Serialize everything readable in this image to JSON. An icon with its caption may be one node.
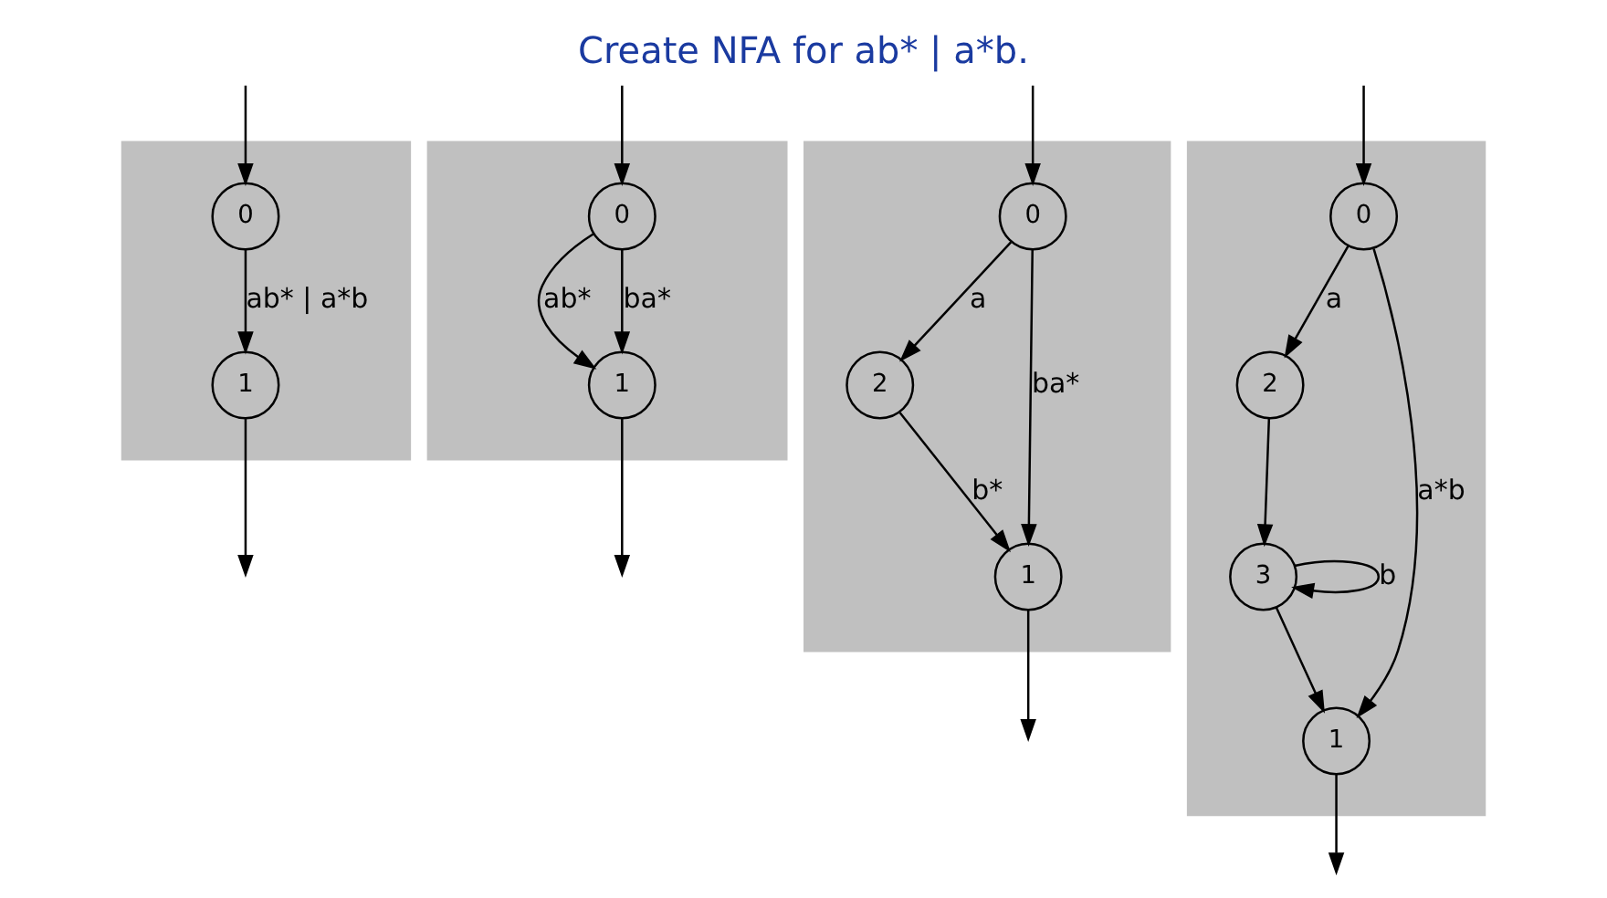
{
  "diagram": {
    "title": "Create NFA for ab* | a*b.",
    "nodes": [
      {
        "text": [],
        "shape": "box"
      },
      {
        "text": [
          "0"
        ],
        "in": 0
      },
      {
        "text": [
          "1"
        ],
        "in": 0
      },
      {
        "text": [],
        "shape": "box"
      },
      {
        "text": [
          "0"
        ],
        "in": 3
      },
      {
        "text": [
          "1"
        ],
        "in": 3
      },
      {
        "text": [],
        "shape": "box"
      },
      {
        "text": [
          "0"
        ],
        "in": 6
      },
      {
        "text": [
          "2"
        ],
        "in": 6
      },
      {
        "text": [
          "1"
        ],
        "in": 6
      },
      {
        "text": [],
        "shape": "box"
      },
      {
        "text": [
          "0"
        ],
        "in": 10
      },
      {
        "text": [
          "2"
        ],
        "in": 10
      },
      {
        "text": [
          "3"
        ],
        "in": 10
      },
      {
        "text": [
          "1"
        ],
        "in": 10
      }
    ],
    "edges": [
      {
        "from": null,
        "to": 1,
        "arrow": "to"
      },
      {
        "from": 1,
        "to": 2,
        "arrow": "to",
        "label": "ab* | a*b"
      },
      {
        "from": 2,
        "to": null,
        "arrow": "to"
      },
      {
        "from": null,
        "to": 4,
        "arrow": "to"
      },
      {
        "from": 4,
        "to": 5,
        "arrow": "to",
        "label": "ab*"
      },
      {
        "from": 4,
        "to": 5,
        "arrow": "to",
        "label": "ba*"
      },
      {
        "from": 5,
        "to": null,
        "arrow": "to"
      },
      {
        "from": null,
        "to": 7,
        "arrow": "to"
      },
      {
        "from": 7,
        "to": 8,
        "arrow": "to",
        "label": "a"
      },
      {
        "from": 8,
        "to": 9,
        "arrow": "to",
        "label": "b*"
      },
      {
        "from": 7,
        "to": 9,
        "arrow": "to",
        "label": "ba*"
      },
      {
        "from": 9,
        "to": null,
        "arrow": "to"
      },
      {
        "from": null,
        "to": 11,
        "arrow": "to"
      },
      {
        "from": 11,
        "to": 12,
        "arrow": "to",
        "label": "a"
      },
      {
        "from": 12,
        "to": 13,
        "arrow": "to"
      },
      {
        "from": 13,
        "to": 13,
        "arrow": "to",
        "label": "b"
      },
      {
        "from": 13,
        "to": 14,
        "arrow": "to"
      },
      {
        "from": 11,
        "to": 14,
        "arrow": "to",
        "label": "a*b"
      },
      {
        "from": 14,
        "to": null,
        "arrow": "to"
      }
    ]
  }
}
